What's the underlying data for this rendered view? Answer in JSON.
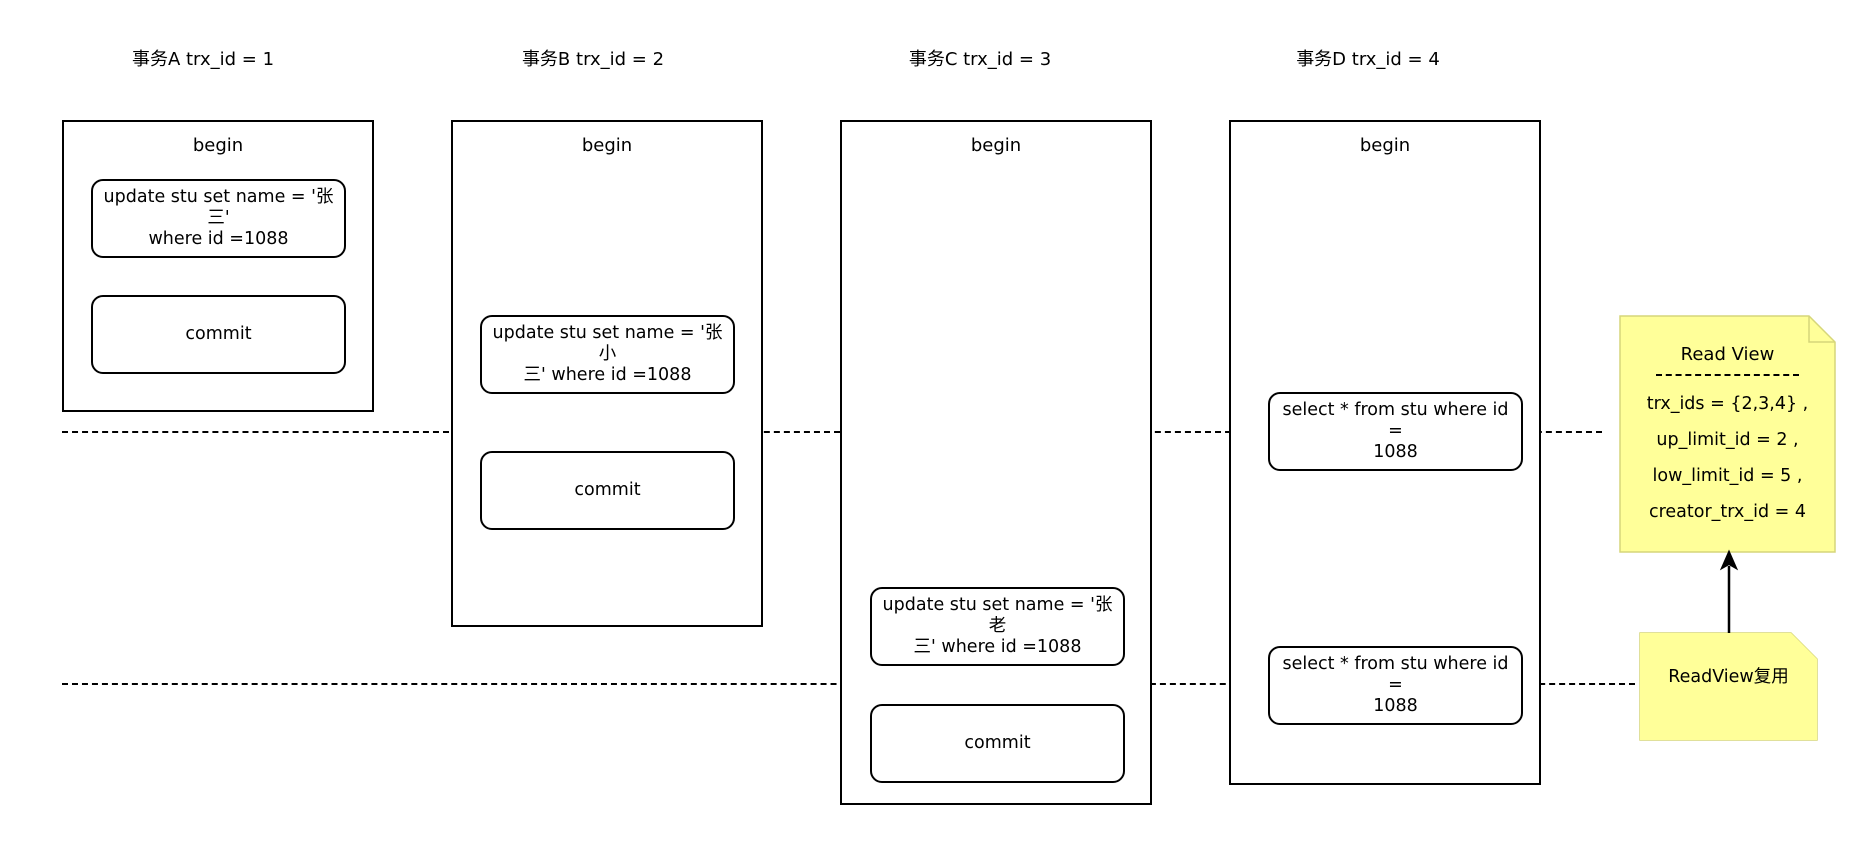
{
  "transactions": [
    {
      "title": "事务A trx_id = 1",
      "begin": "begin",
      "update": [
        "update stu set name = '张三'",
        "where id =1088"
      ],
      "commit": "commit"
    },
    {
      "title": "事务B trx_id = 2",
      "begin": "begin",
      "update": [
        "update stu set name = '张小",
        "三' where id =1088"
      ],
      "commit": "commit"
    },
    {
      "title": "事务C trx_id = 3",
      "begin": "begin",
      "update": [
        "update stu set name = '张老",
        "三' where id =1088"
      ],
      "commit": "commit"
    },
    {
      "title": "事务D trx_id = 4",
      "begin": "begin",
      "select1": [
        "select * from stu where id =",
        "1088"
      ],
      "select2": [
        "select * from stu where id =",
        "1088"
      ]
    }
  ],
  "read_view": {
    "title": "Read View",
    "lines": [
      "trx_ids = {2,3,4} ,",
      "up_limit_id = 2 ,",
      "low_limit_id = 5 ,",
      "creator_trx_id = 4"
    ]
  },
  "reuse_note": "ReadView复用",
  "colors": {
    "note_fill": "#ffff99",
    "note_stroke": "#d6d67a",
    "line": "#000000"
  }
}
